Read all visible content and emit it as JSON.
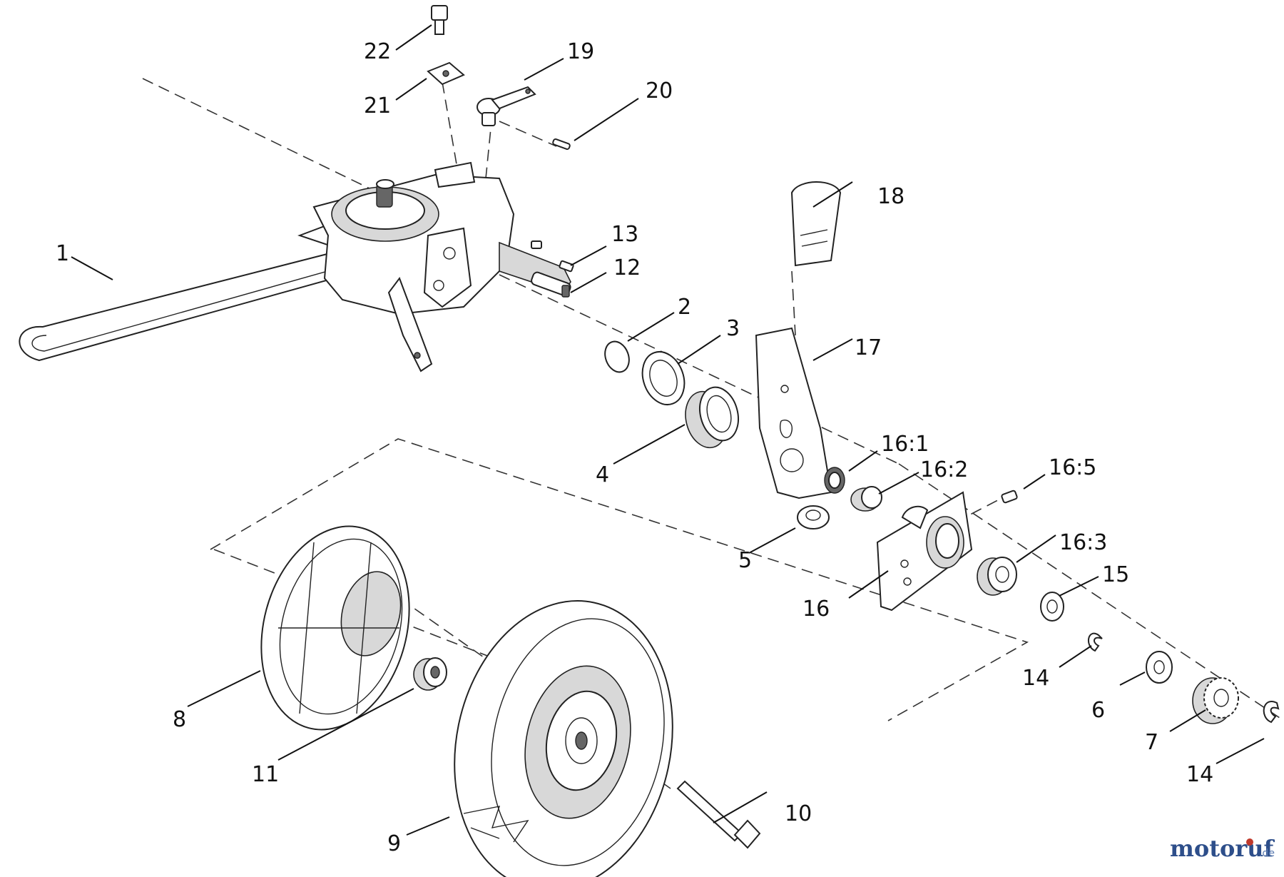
{
  "labels": {
    "p1": "1",
    "p2": "2",
    "p3": "3",
    "p4": "4",
    "p5": "5",
    "p6": "6",
    "p7": "7",
    "p8": "8",
    "p9": "9",
    "p10": "10",
    "p11": "11",
    "p12": "12",
    "p13": "13",
    "p14a": "14",
    "p14b": "14",
    "p15": "15",
    "p16": "16",
    "p16_1": "16:1",
    "p16_2": "16:2",
    "p16_3": "16:3",
    "p16_5": "16:5",
    "p17": "17",
    "p18": "18",
    "p19": "19",
    "p20": "20",
    "p21": "21",
    "p22": "22"
  },
  "watermark": {
    "brand": "motoruf",
    "tld": ".de"
  },
  "colors": {
    "brand_red": "#c0392b",
    "brand_blue": "#2d4e8a"
  }
}
